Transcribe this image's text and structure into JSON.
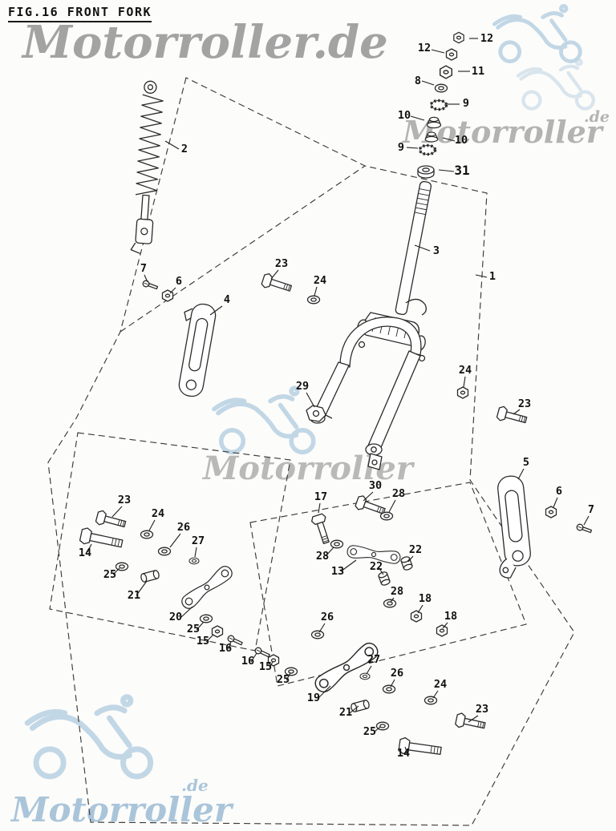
{
  "figure": {
    "title": "FIG.16 FRONT FORK"
  },
  "watermarks": {
    "top": "Motorroller.de",
    "brand": "Motorroller",
    "suffix": ".de"
  },
  "labels": [
    "12",
    "12",
    "11",
    "8",
    "9",
    "10",
    "10",
    "9",
    "31",
    "2",
    "3",
    "1",
    "23",
    "24",
    "7",
    "6",
    "4",
    "29",
    "24",
    "23",
    "5",
    "6",
    "7",
    "23",
    "24",
    "26",
    "27",
    "14",
    "25",
    "21",
    "17",
    "30",
    "28",
    "28",
    "13",
    "22",
    "22",
    "28",
    "18",
    "18",
    "20",
    "25",
    "15",
    "16",
    "16",
    "15",
    "25",
    "26",
    "27",
    "26",
    "24",
    "19",
    "21",
    "25",
    "14",
    "23"
  ]
}
